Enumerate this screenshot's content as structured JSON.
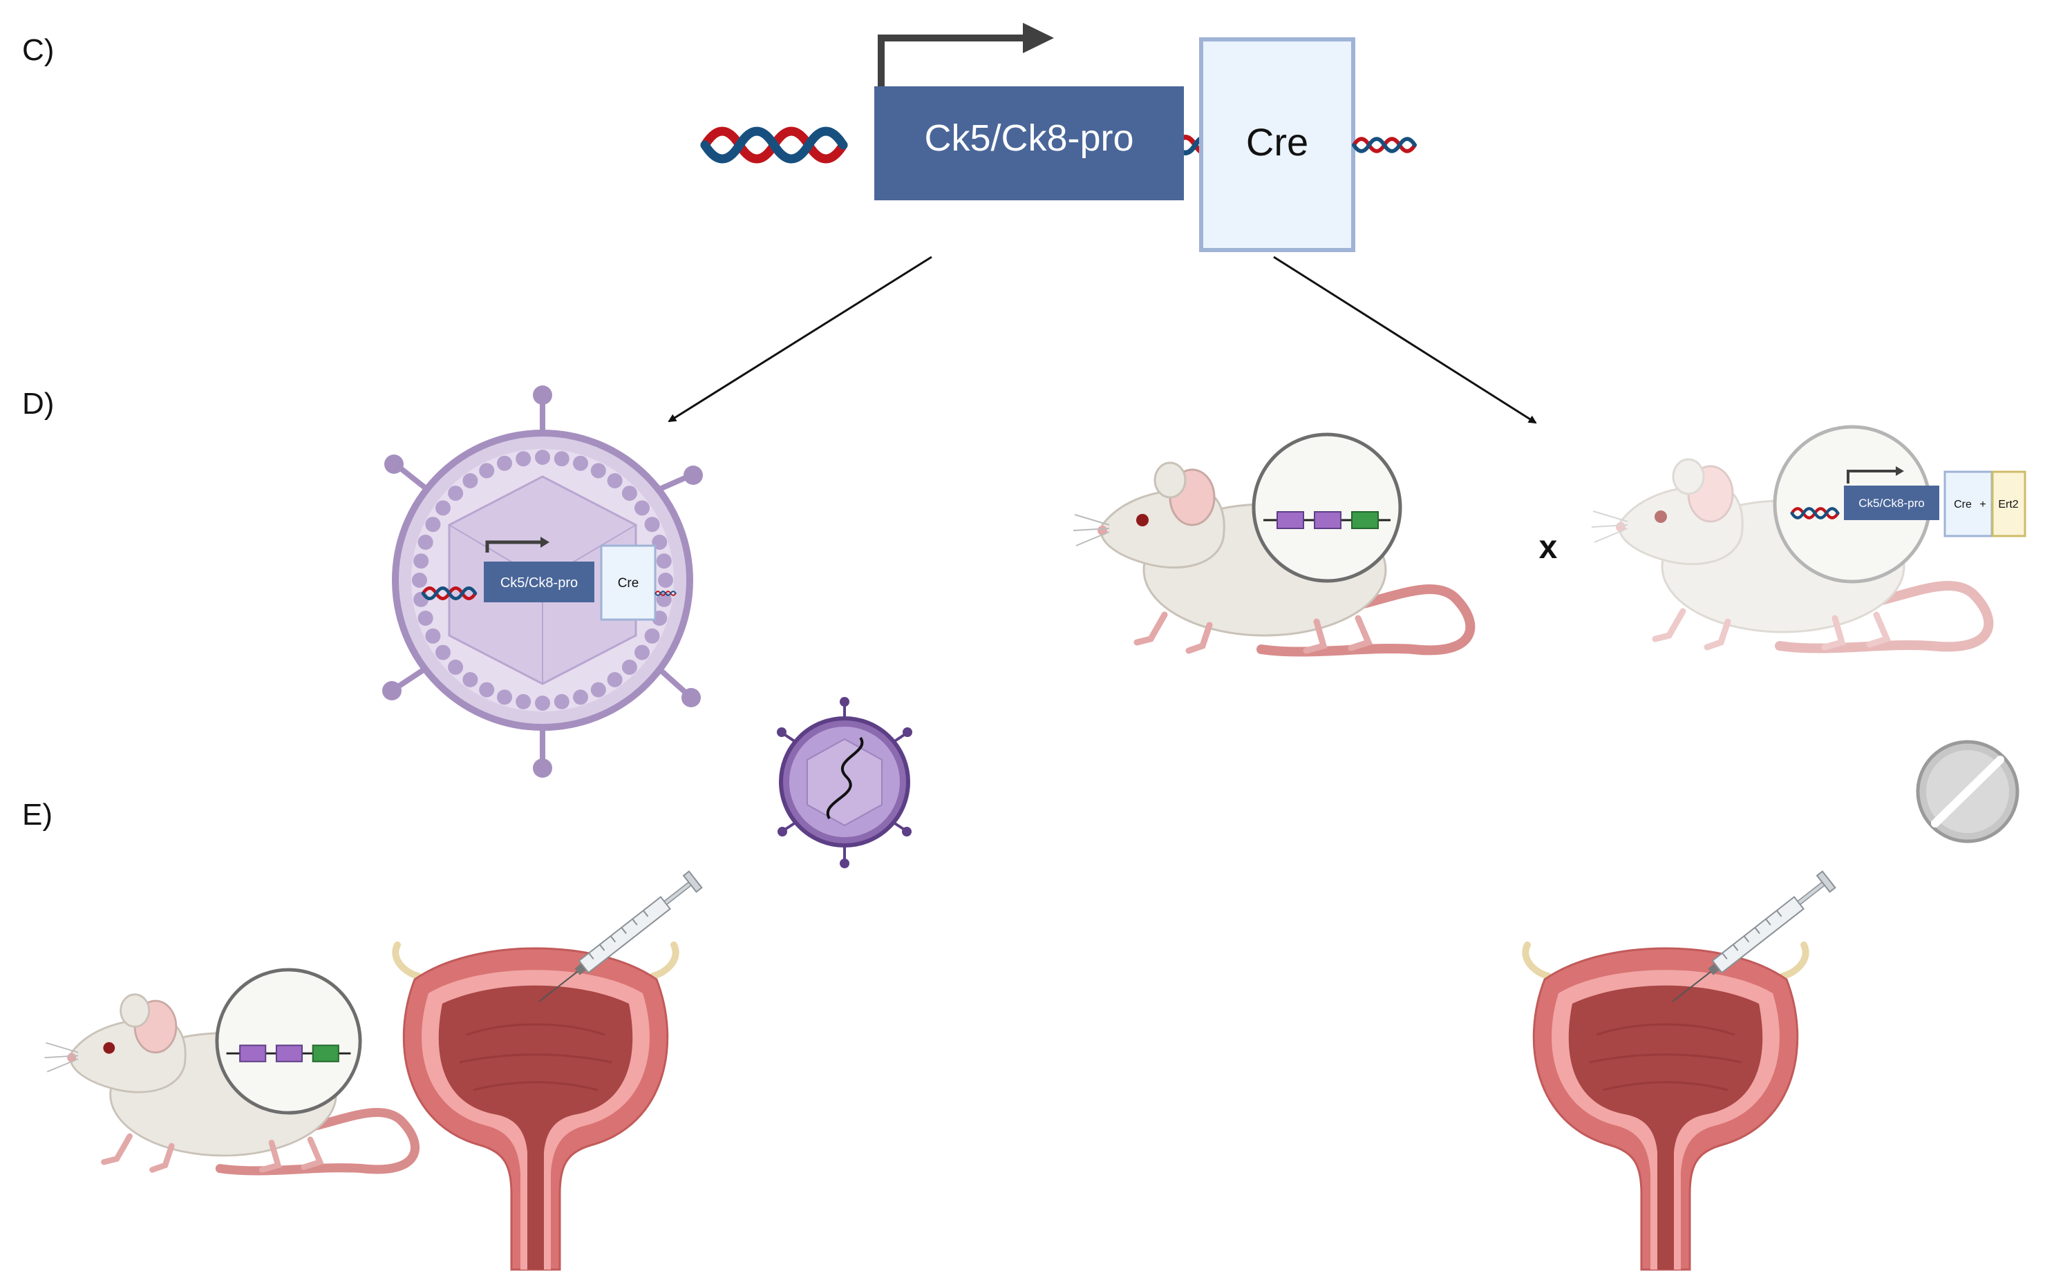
{
  "panels": {
    "c": {
      "label": "C)"
    },
    "d": {
      "label": "D)"
    },
    "e": {
      "label": "E)"
    }
  },
  "construct": {
    "promoter_label": "Ck5/Ck8-pro",
    "gene_label": "Cre"
  },
  "virus_construct": {
    "promoter_label": "Ck5/Ck8-pro",
    "gene_label": "Cre"
  },
  "transgenic_construct": {
    "promoter_label": "Ck5/Ck8-pro",
    "gene_label": "Cre",
    "plus_sign": "+",
    "fusion_label": "Ert2"
  },
  "cross_symbol": "x",
  "colors": {
    "dna_red": "#c0141c",
    "dna_blue": "#17507f",
    "promoter_box": "#4a6699",
    "gene_box": "#ebf3fc",
    "gene_box_border": "#9fb3d6",
    "ert2_box": "#fbf4d6",
    "virus_purple": "#a58fbf",
    "virus_dark": "#5d3f86",
    "bladder": "#b54a4a",
    "flox_purple": "#9f6cc6",
    "flox_green": "#3b9b48",
    "mouse_body": "#ebe7e1",
    "mouse_tail": "#d98c8c"
  },
  "icons": [
    "dna-helix-icon",
    "transcription-arrow-icon",
    "virus-icon",
    "mouse-icon",
    "bladder-icon",
    "syringe-icon",
    "tablet-icon",
    "loxp-allele-icon"
  ]
}
